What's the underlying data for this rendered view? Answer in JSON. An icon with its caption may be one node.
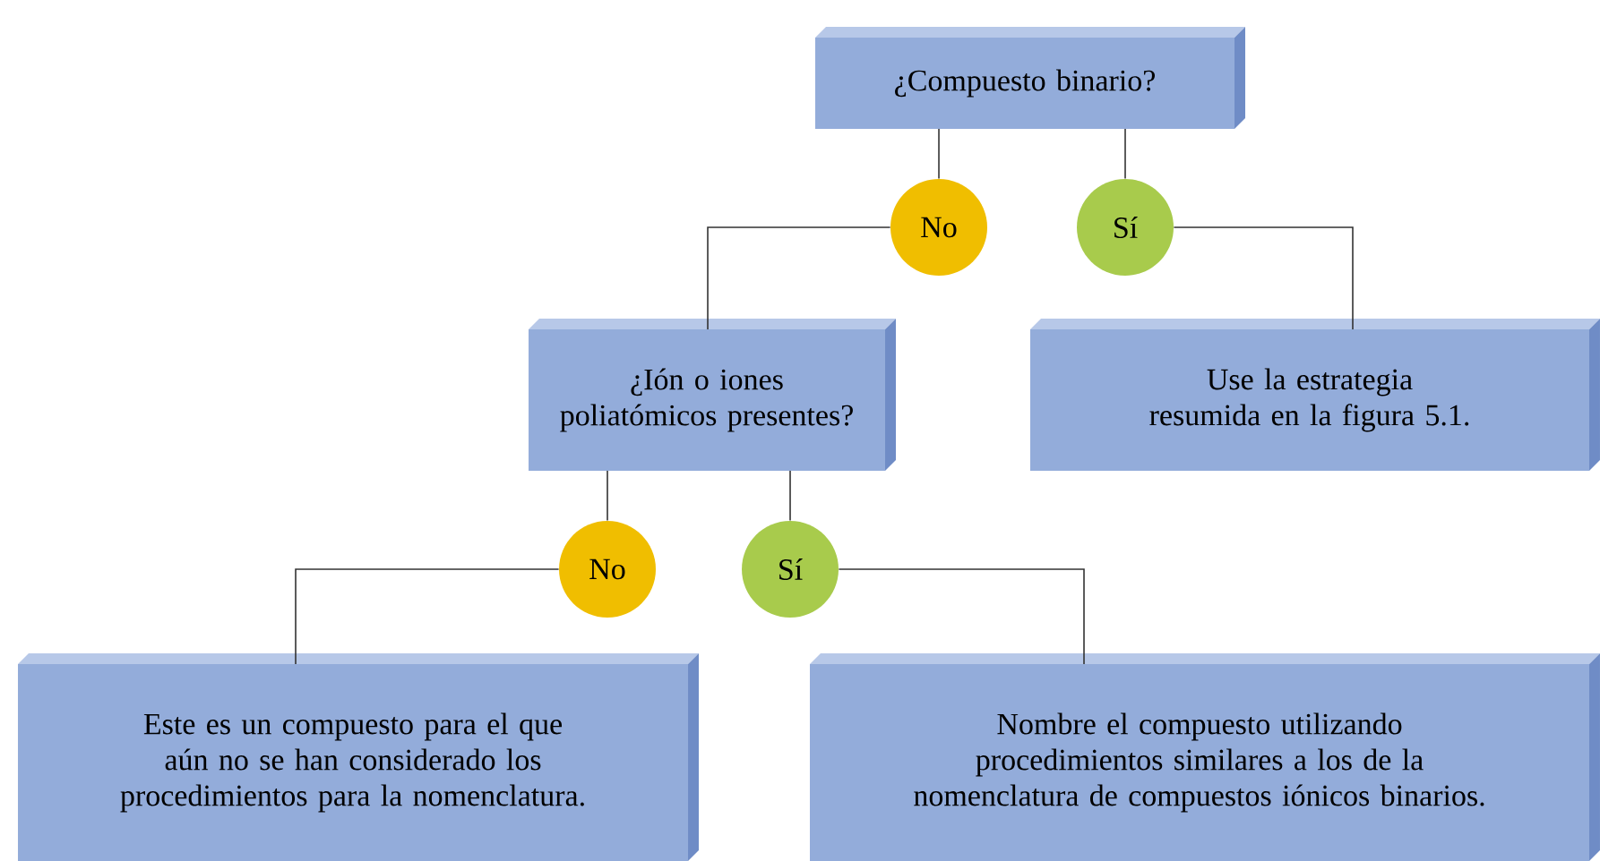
{
  "diagram": {
    "nodes": [
      {
        "text": [
          "¿Compuesto binario?"
        ]
      },
      {
        "text": [
          "No"
        ]
      },
      {
        "text": [
          "Sí"
        ]
      },
      {
        "text": [
          "¿Ión o iones poliatómicos presentes?"
        ]
      },
      {
        "text": [
          "Use la estrategia resumida en la figura 5.1."
        ]
      },
      {
        "text": [
          "No"
        ]
      },
      {
        "text": [
          "Sí"
        ]
      },
      {
        "text": [
          "Este es un compuesto para el que aún no se han considerado los procedimientos para la nomenclatura."
        ]
      },
      {
        "text": [
          "Nombre el compuesto utilizando procedimientos similares a los de la nomenclatura de compuestos iónicos binarios."
        ]
      }
    ],
    "edges": [
      {
        "from": 0,
        "to": 1,
        "arrow": "none"
      },
      {
        "from": 0,
        "to": 2,
        "arrow": "none"
      },
      {
        "from": 1,
        "to": 3,
        "arrow": "none"
      },
      {
        "from": 2,
        "to": 4,
        "arrow": "none"
      },
      {
        "from": 3,
        "to": 5,
        "arrow": "none"
      },
      {
        "from": 3,
        "to": 6,
        "arrow": "none"
      },
      {
        "from": 5,
        "to": 7,
        "arrow": "none"
      },
      {
        "from": 6,
        "to": 8,
        "arrow": "none"
      }
    ]
  }
}
